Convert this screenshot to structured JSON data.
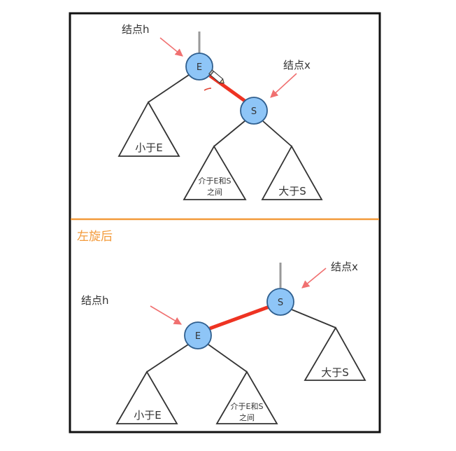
{
  "top": {
    "node_h_label": "结点h",
    "node_x_label": "结点x",
    "node_e": "E",
    "node_s": "S",
    "tree_less_e": "小于E",
    "tree_between_line1": "介于E和S",
    "tree_between_line2": "之间",
    "tree_greater_s": "大于S"
  },
  "divider_label": "左旋后",
  "bottom": {
    "node_h_label": "结点h",
    "node_x_label": "结点x",
    "node_e": "E",
    "node_s": "S",
    "tree_less_e": "小于E",
    "tree_between_line1": "介于E和S",
    "tree_between_line2": "之间",
    "tree_greater_s": "大于S"
  },
  "colors": {
    "node_fill": "#8ec5f7",
    "node_stroke": "#2f5f8f",
    "red_link": "#ee3322",
    "arrow": "#f07070",
    "divider": "#f39a3a",
    "frame": "#111111",
    "line": "#333333",
    "parent_link": "#999999"
  }
}
